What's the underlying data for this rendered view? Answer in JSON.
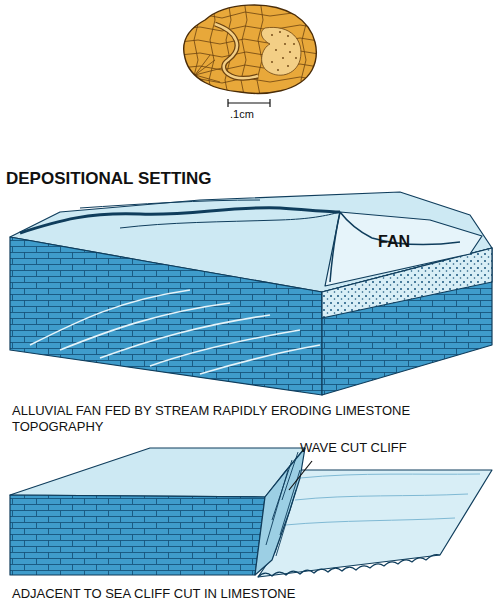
{
  "diagram": {
    "title": "DEPOSITIONAL SETTING",
    "labels": [
      ".1cm",
      "FAN",
      "ALLUVIAL FAN FED BY STREAM RAPIDLY ERODING LIMESTONE TOPOGRAPHY",
      "WAVE CUT CLIFF",
      "ADJACENT TO SEA CLIFF CUT IN LIMESTONE"
    ]
  }
}
